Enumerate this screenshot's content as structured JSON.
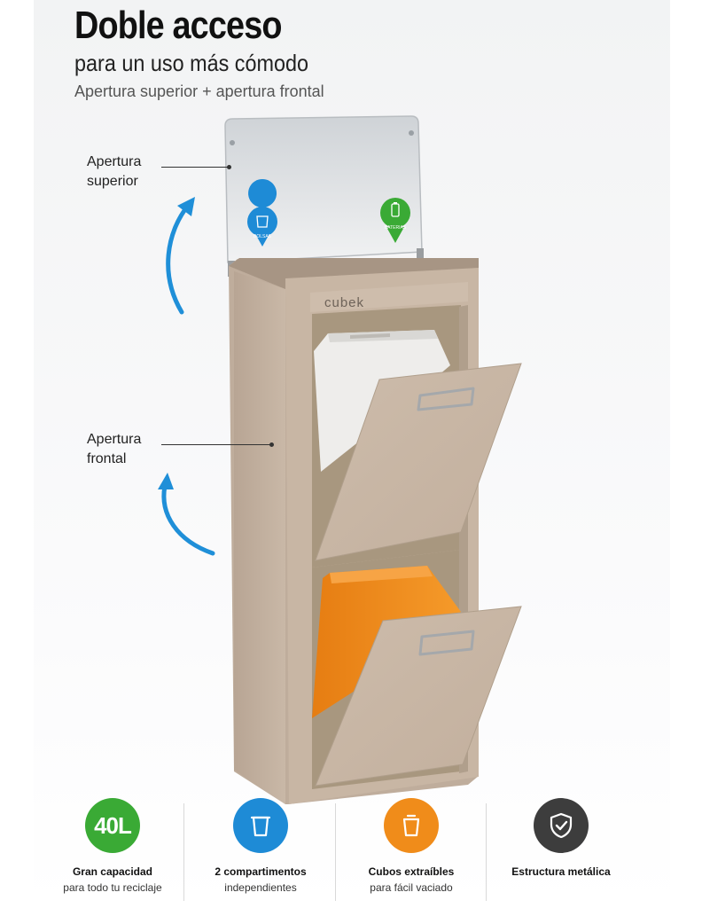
{
  "header": {
    "title": "Doble acceso",
    "subtitle": "para un uso más cómodo",
    "tagline": "Apertura superior + apertura frontal"
  },
  "callouts": {
    "top": [
      "Apertura",
      "superior"
    ],
    "front": [
      "Apertura",
      "frontal"
    ]
  },
  "product": {
    "brand": "cubek",
    "lid_labels": [
      "BOLSAS",
      "BATERIAS"
    ],
    "colors": {
      "body": "#c5b3a2",
      "inner_bin_top": "#f1f0ee",
      "inner_bin_bottom": "#f28c1e",
      "arrow": "#1f8fd8"
    }
  },
  "features": [
    {
      "icon": "capacity-40l-icon",
      "badge": "40L",
      "title": "Gran capacidad",
      "caption": "para todo tu reciclaje",
      "color": "#3aaa35"
    },
    {
      "icon": "bin-compartments-icon",
      "title": "2 compartimentos",
      "caption": "independientes",
      "color": "#1e8bd6"
    },
    {
      "icon": "removable-bin-icon",
      "title": "Cubos extraíbles",
      "caption": "para fácil vaciado",
      "color": "#f08c1a"
    },
    {
      "icon": "shield-check-icon",
      "title": "Estructura metálica",
      "caption": "",
      "color": "#3d3d3d"
    }
  ]
}
